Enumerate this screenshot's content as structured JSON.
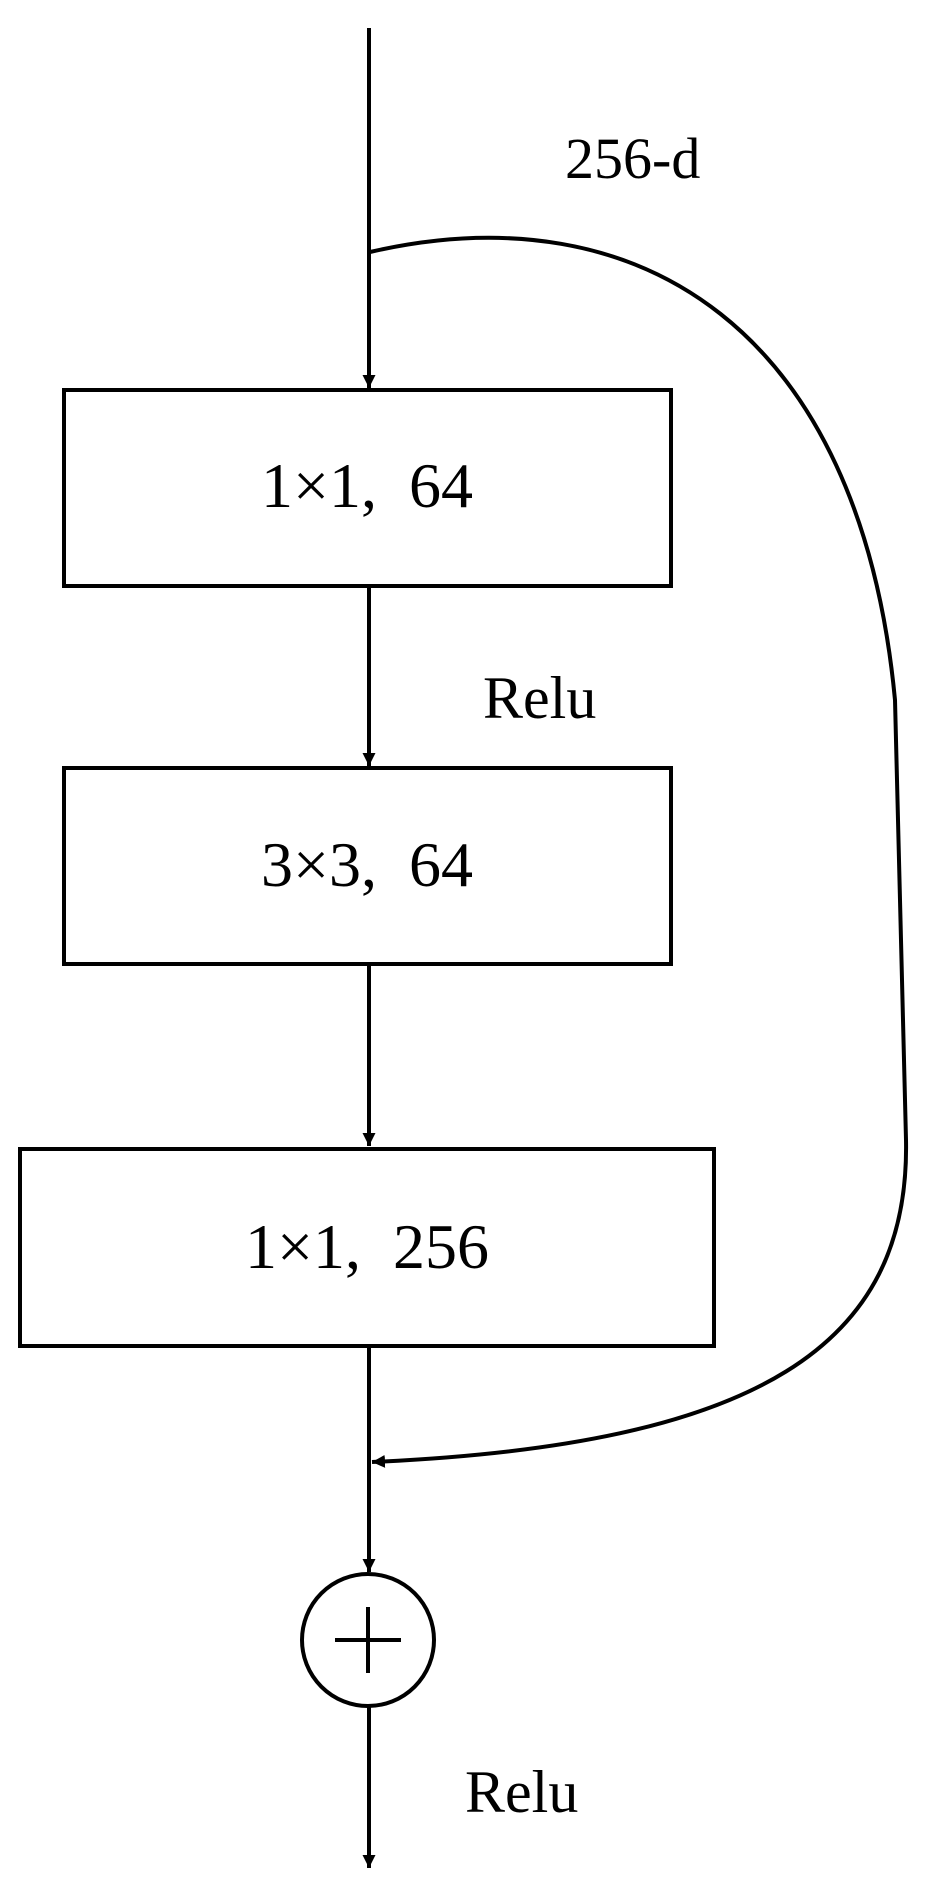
{
  "diagram": {
    "input_dim_label": "256-d",
    "layers": [
      {
        "label": "1×1,  64"
      },
      {
        "label": "3×3,  64"
      },
      {
        "label": "1×1,  256"
      }
    ],
    "activation_after_first": "Relu",
    "activation_output": "Relu",
    "sum_symbol": "+",
    "stroke_color": "#000000",
    "background_color": "#ffffff"
  }
}
